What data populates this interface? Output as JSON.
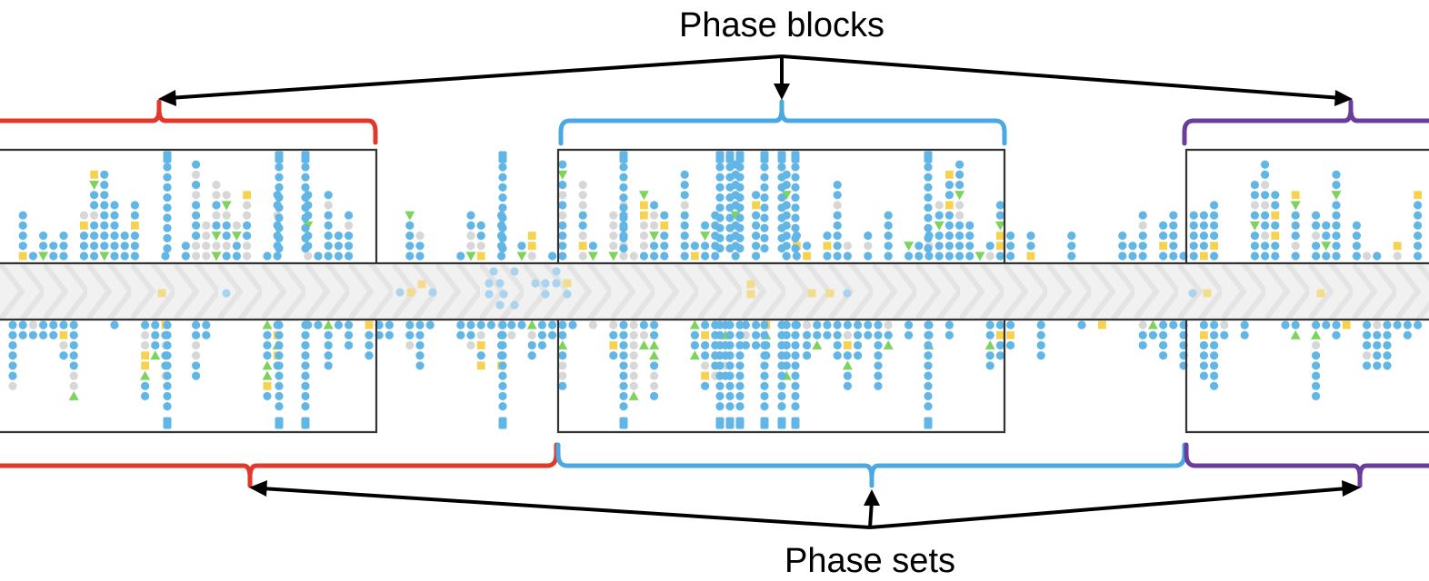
{
  "labels": {
    "top": "Phase blocks",
    "bottom": "Phase sets"
  },
  "colors": {
    "phase_set_1": "#e2382a",
    "phase_set_2": "#4aa8e3",
    "phase_set_3": "#6a3d9a",
    "arrow": "#000000",
    "box": "#333333",
    "reference_band": "#ececec",
    "marker_blue": "#62b6e6",
    "marker_gray": "#d7d7d7",
    "marker_yellow": "#f7d24e",
    "marker_green": "#7ed35b"
  },
  "icons": {
    "circle_marker": "circle-marker",
    "triangle_marker": "triangle-marker",
    "square_marker": "square-marker"
  }
}
